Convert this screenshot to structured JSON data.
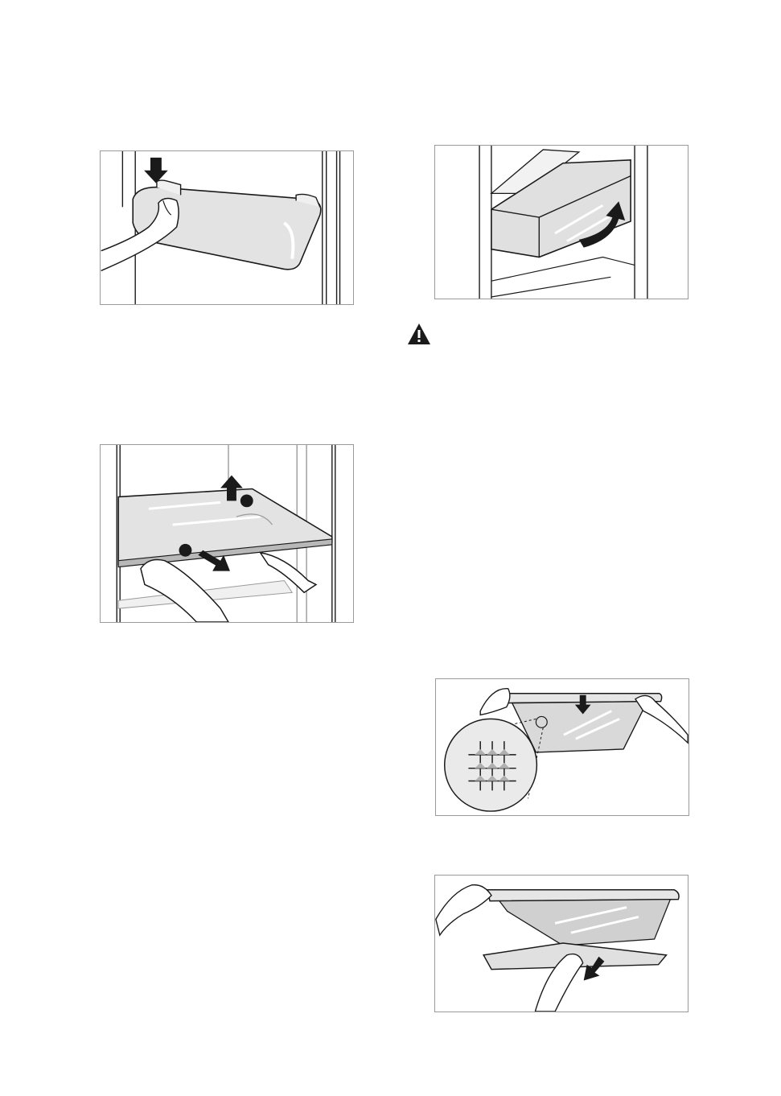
{
  "figures": [
    {
      "id": "door-shelf",
      "description_icon": "hand-pressing-door-shelf"
    },
    {
      "id": "glass-shelf",
      "description_icon": "hands-removing-glass-shelf"
    },
    {
      "id": "drawer",
      "description_icon": "lifting-crisper-drawer"
    },
    {
      "id": "drawer-cover",
      "description_icon": "hands-placing-drawer-cover"
    },
    {
      "id": "drawer-front",
      "description_icon": "hands-pulling-drawer-front"
    }
  ],
  "warning": {
    "icon": "warning-triangle-icon",
    "color": "#1a1a1a"
  },
  "colors": {
    "line": "#1a1a1a",
    "frame": "#9a9a9a",
    "fill_light": "#e6e6e6",
    "fill_mid": "#c8c8c8"
  }
}
